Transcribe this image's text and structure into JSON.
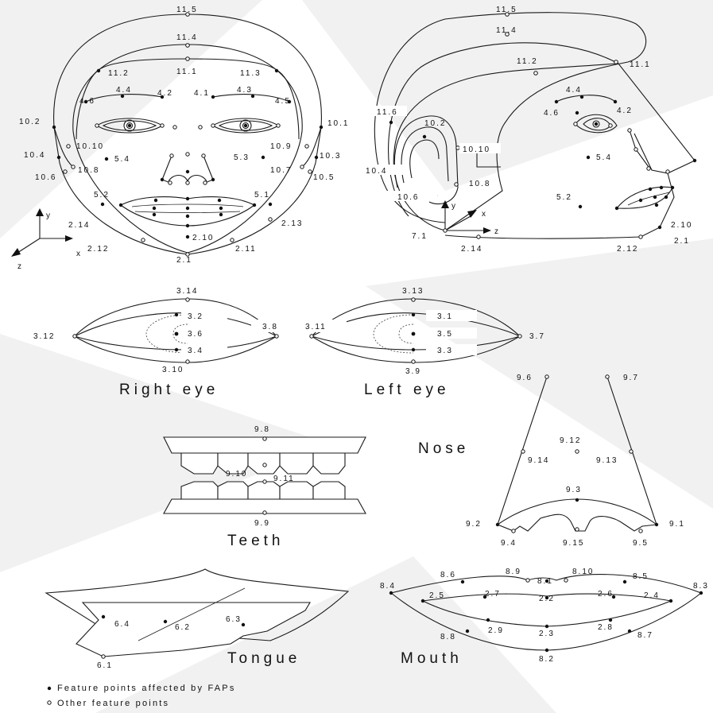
{
  "titles": {
    "right_eye": "Right eye",
    "left_eye": "Left eye",
    "nose": "Nose",
    "teeth": "Teeth",
    "tongue": "Tongue",
    "mouth": "Mouth"
  },
  "axes": {
    "x": "x",
    "y": "y",
    "z": "z"
  },
  "legend": {
    "affected": "Feature points affected by FAPs",
    "other": "Other feature points"
  },
  "points": {
    "front": [
      "11.5",
      "11.4",
      "11.2",
      "11.1",
      "11.3",
      "4.4",
      "4.2",
      "4.1",
      "4.3",
      "4.6",
      "4.5",
      "10.2",
      "10.1",
      "10.10",
      "10.9",
      "10.4",
      "10.3",
      "5.4",
      "5.3",
      "10.8",
      "10.7",
      "10.6",
      "10.5",
      "5.2",
      "5.1",
      "2.14",
      "2.13",
      "2.10",
      "2.12",
      "2.11",
      "2.1"
    ],
    "side": [
      "11.5",
      "11.4",
      "11.2",
      "11.1",
      "4.4",
      "4.6",
      "4.2",
      "11.6",
      "10.2",
      "10.10",
      "5.4",
      "10.4",
      "10.8",
      "10.6",
      "5.2",
      "2.10",
      "7.1",
      "2.1",
      "2.14",
      "2.12"
    ],
    "eyes": [
      "3.14",
      "3.13",
      "3.2",
      "3.1",
      "3.12",
      "3.6",
      "3.8",
      "3.11",
      "3.5",
      "3.7",
      "3.4",
      "3.3",
      "3.10",
      "3.9"
    ],
    "nose": [
      "9.6",
      "9.7",
      "9.12",
      "9.14",
      "9.13",
      "9.3",
      "9.2",
      "9.1",
      "9.4",
      "9.15",
      "9.5"
    ],
    "teeth": [
      "9.8",
      "9.10",
      "9.11",
      "9.9"
    ],
    "mouth": [
      "8.4",
      "8.6",
      "8.9",
      "8.1",
      "8.10",
      "8.5",
      "8.3",
      "2.5",
      "2.7",
      "2.2",
      "2.6",
      "2.4",
      "2.9",
      "2.3",
      "2.8",
      "8.8",
      "8.7",
      "8.2"
    ],
    "tongue": [
      "6.4",
      "6.2",
      "6.3",
      "6.1"
    ]
  }
}
